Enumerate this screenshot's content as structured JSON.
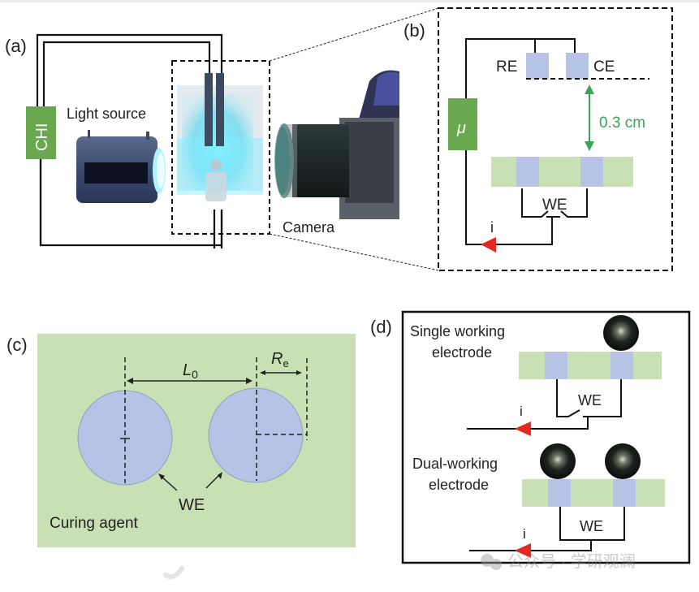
{
  "panels": {
    "a": {
      "label": "(a)",
      "potentiostat_label": "CHI",
      "light_source_label": "Light source",
      "camera_label": "Camera"
    },
    "b": {
      "label": "(b)",
      "re_label": "RE",
      "ce_label": "CE",
      "meter_symbol": "μ",
      "distance_label": "0.3 cm",
      "we_label": "WE",
      "current_label": "i"
    },
    "c": {
      "label": "(c)",
      "l0_label": "L",
      "l0_sub": "0",
      "re_label": "R",
      "re_sub": "e",
      "we_label": "WE",
      "curing_agent_label": "Curing agent"
    },
    "d": {
      "label": "(d)",
      "single_line1": "Single working",
      "single_line2": "electrode",
      "single_we_label": "WE",
      "single_current_label": "i",
      "dual_line1": "Dual-working",
      "dual_line2": "electrode",
      "dual_we_label": "WE",
      "dual_current_label": "i"
    }
  },
  "watermark": "公众号 · 学研观澜",
  "colors": {
    "green_box": "#6aa84f",
    "electrode_blue": "#b4c3e6",
    "substrate_green": "#c8e0b4",
    "arrow_green": "#3aa655",
    "current_arrow_red": "#e02a1f",
    "line": "#111111"
  }
}
